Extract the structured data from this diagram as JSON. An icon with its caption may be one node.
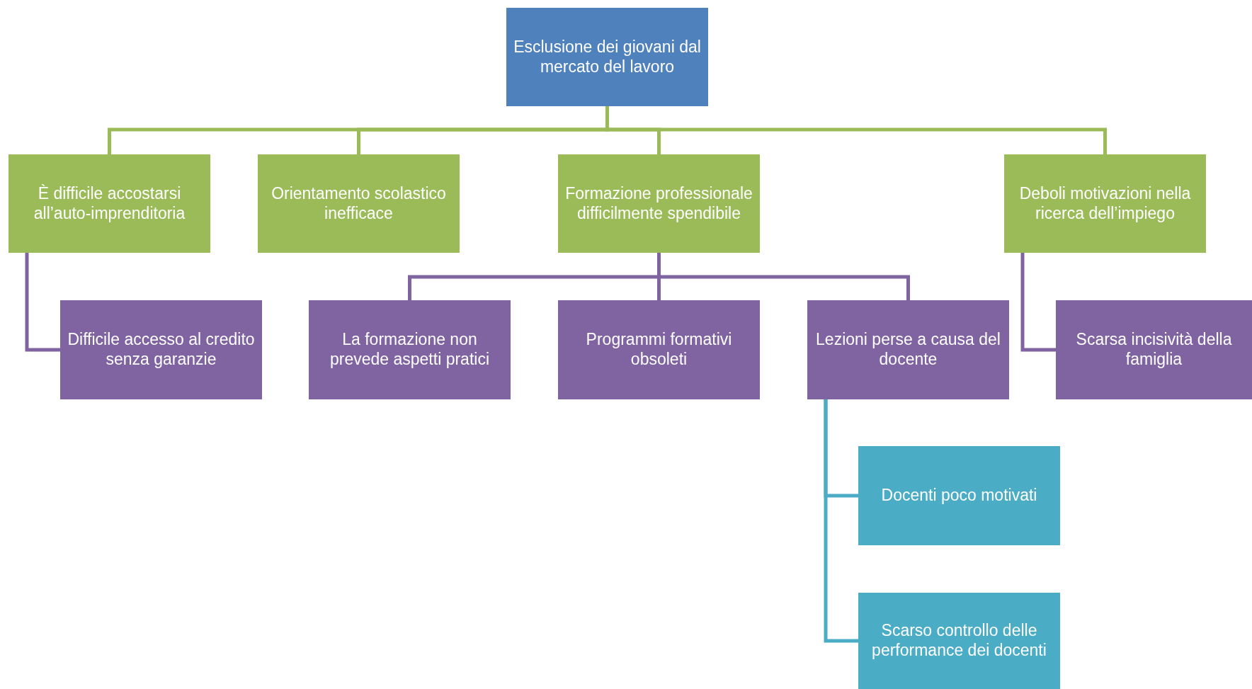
{
  "diagram": {
    "nodes": [
      {
        "text": [
          "Esclusione dei giovani dal mercato del lavoro"
        ]
      },
      {
        "text": [
          "È difficile accostarsi all’auto-imprenditoria"
        ]
      },
      {
        "text": [
          "Orientamento scolastico inefficace"
        ]
      },
      {
        "text": [
          "Formazione professionale difficilmente spendibile"
        ]
      },
      {
        "text": [
          "Deboli motivazioni nella ricerca dell’impiego"
        ]
      },
      {
        "text": [
          "Difficile accesso al credito senza garanzie"
        ]
      },
      {
        "text": [
          "La formazione non prevede aspetti pratici"
        ]
      },
      {
        "text": [
          "Programmi formativi obsoleti"
        ]
      },
      {
        "text": [
          "Lezioni perse a causa del docente"
        ]
      },
      {
        "text": [
          "Scarsa incisività della famiglia"
        ]
      },
      {
        "text": [
          "Docenti poco motivati"
        ]
      },
      {
        "text": [
          "Scarso controllo delle performance dei docenti"
        ]
      }
    ],
    "edges": [
      {
        "from": 0,
        "to": 1,
        "arrow": "none",
        "color": "#9bbb59"
      },
      {
        "from": 0,
        "to": 2,
        "arrow": "none",
        "color": "#9bbb59"
      },
      {
        "from": 0,
        "to": 3,
        "arrow": "none",
        "color": "#9bbb59"
      },
      {
        "from": 0,
        "to": 4,
        "arrow": "none",
        "color": "#9bbb59"
      },
      {
        "from": 1,
        "to": 5,
        "arrow": "none"
      },
      {
        "from": 3,
        "to": 6,
        "arrow": "none"
      },
      {
        "from": 3,
        "to": 7,
        "arrow": "none"
      },
      {
        "from": 3,
        "to": 8,
        "arrow": "none"
      },
      {
        "from": 4,
        "to": 9,
        "arrow": "none"
      },
      {
        "from": 8,
        "to": 10,
        "arrow": "none",
        "color": "#4bacc6"
      },
      {
        "from": 8,
        "to": 11,
        "arrow": "none",
        "color": "#4bacc6"
      }
    ]
  }
}
